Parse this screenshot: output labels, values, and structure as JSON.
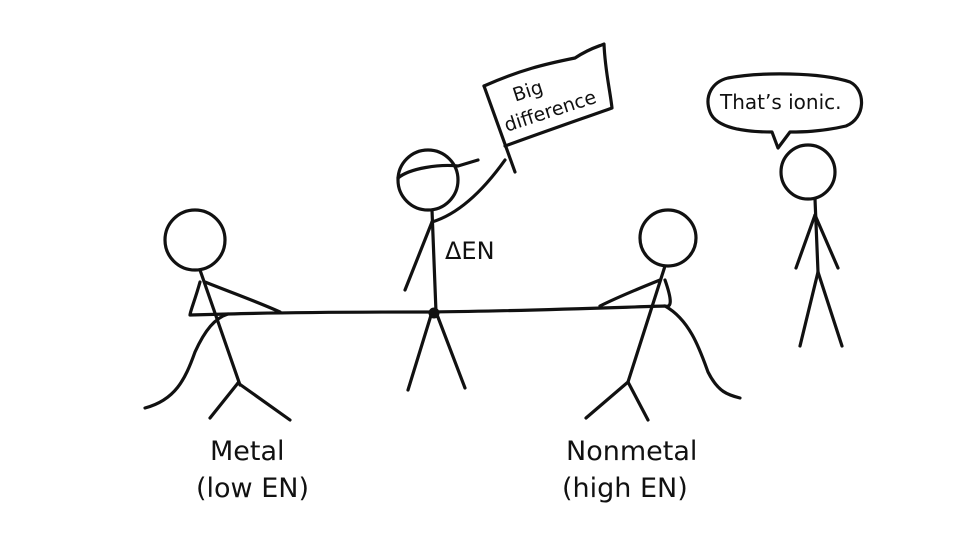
{
  "labels": {
    "metal_line1": "Metal",
    "metal_line2": "(low EN)",
    "nonmetal_line1": "Nonmetal",
    "nonmetal_line2": "(high EN)",
    "delta_en": "ΔEN",
    "flag_line1": "Big",
    "flag_line2": "difference",
    "speech": "That’s ionic."
  },
  "colors": {
    "ink": "#111111",
    "background": "#ffffff"
  }
}
